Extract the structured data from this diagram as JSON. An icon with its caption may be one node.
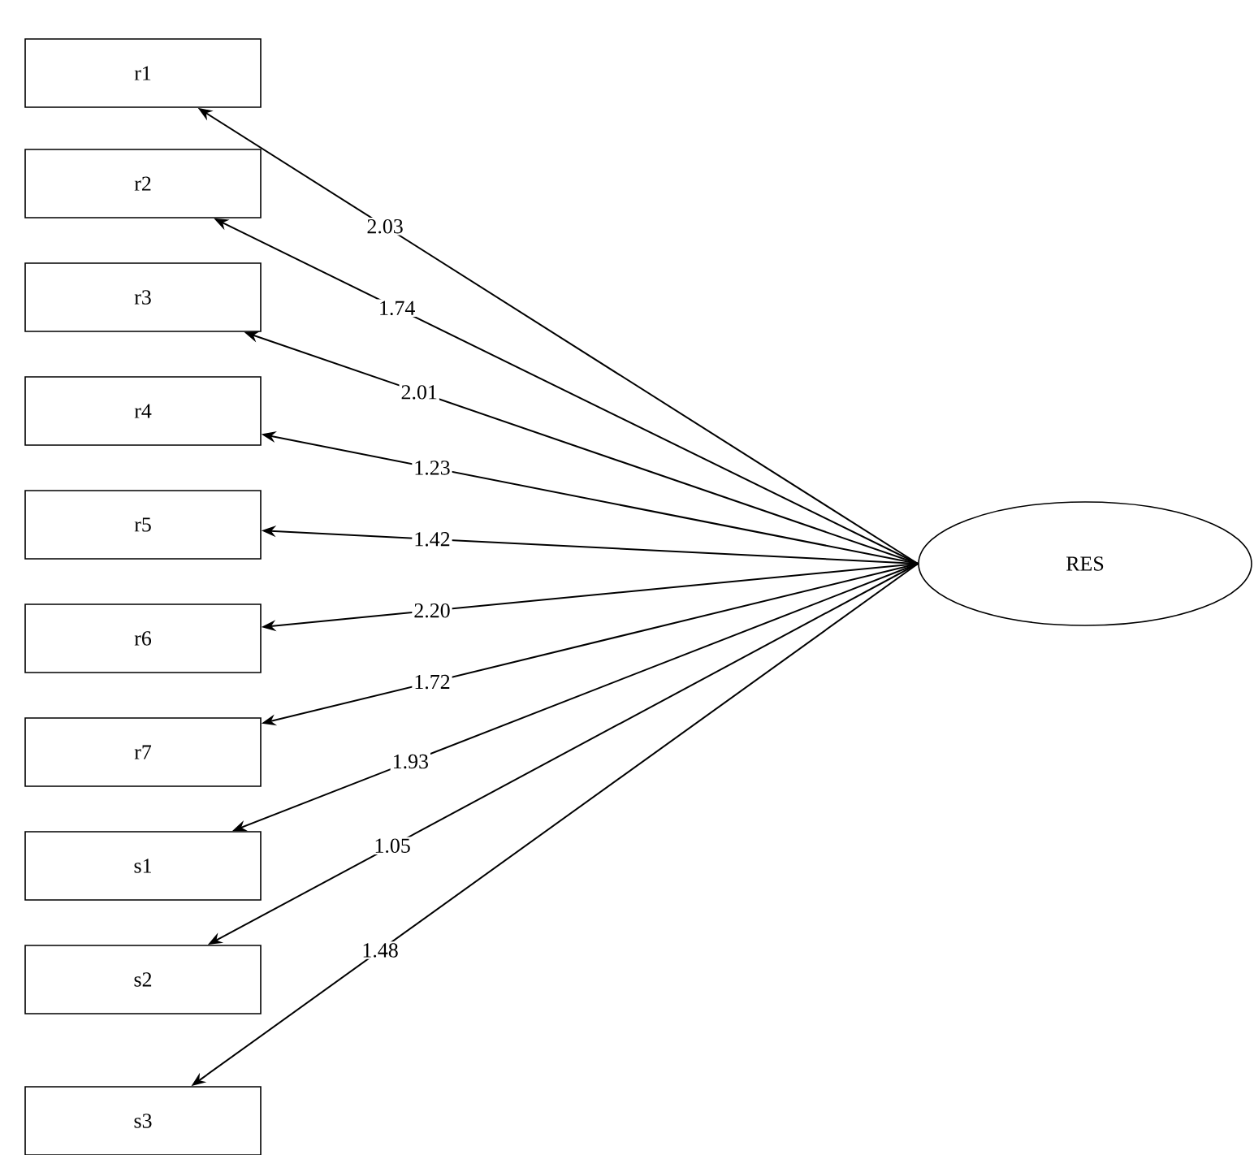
{
  "diagram": {
    "nodes": [
      {
        "text": [
          "r1"
        ]
      },
      {
        "text": [
          "r2"
        ]
      },
      {
        "text": [
          "r3"
        ]
      },
      {
        "text": [
          "r4"
        ]
      },
      {
        "text": [
          "r5"
        ]
      },
      {
        "text": [
          "r6"
        ]
      },
      {
        "text": [
          "r7"
        ]
      },
      {
        "text": [
          "s1"
        ]
      },
      {
        "text": [
          "s2"
        ]
      },
      {
        "text": [
          "s3"
        ]
      },
      {
        "text": [
          "RES"
        ]
      }
    ],
    "edges": [
      {
        "from": 10,
        "to": 0,
        "arrow": "to",
        "label": "2.03"
      },
      {
        "from": 10,
        "to": 1,
        "arrow": "to",
        "label": "1.74"
      },
      {
        "from": 10,
        "to": 2,
        "arrow": "to",
        "label": "2.01"
      },
      {
        "from": 10,
        "to": 3,
        "arrow": "to",
        "label": "1.23"
      },
      {
        "from": 10,
        "to": 4,
        "arrow": "to",
        "label": "1.42"
      },
      {
        "from": 10,
        "to": 5,
        "arrow": "to",
        "label": "2.20"
      },
      {
        "from": 10,
        "to": 6,
        "arrow": "to",
        "label": "1.72"
      },
      {
        "from": 10,
        "to": 7,
        "arrow": "to",
        "label": "1.93"
      },
      {
        "from": 10,
        "to": 8,
        "arrow": "to",
        "label": "1.05"
      },
      {
        "from": 10,
        "to": 9,
        "arrow": "to",
        "label": "1.48"
      }
    ]
  }
}
